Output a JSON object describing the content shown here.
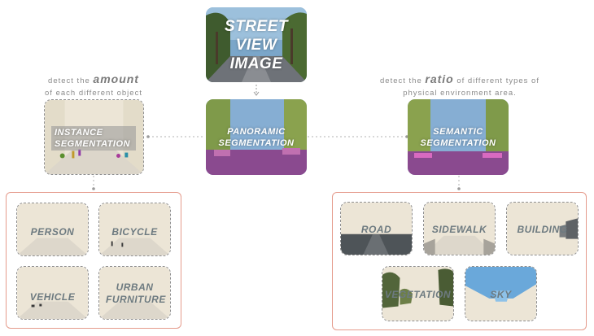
{
  "top": {
    "title_lines": [
      "STREET",
      "VIEW",
      "IMAGE"
    ]
  },
  "middle": {
    "left": {
      "label_lines": [
        "INSTANCE",
        "SEGMENTATION"
      ]
    },
    "center": {
      "label_lines": [
        "PANORAMIC",
        "SEGMENTATION"
      ]
    },
    "right": {
      "label_lines": [
        "SEMANTIC",
        "SEGMENTATION"
      ]
    }
  },
  "captions": {
    "left": {
      "pre": "detect the ",
      "emph": "amount",
      "line2": "of each different object"
    },
    "right": {
      "pre": "detect the ",
      "emph": "ratio",
      "post": " of different types of",
      "line2": "physical environment area."
    }
  },
  "instance_items": [
    {
      "label": "PERSON"
    },
    {
      "label": "BICYCLE"
    },
    {
      "label": "VEHICLE"
    },
    {
      "label": "URBAN FURNITURE"
    }
  ],
  "semantic_items": [
    {
      "label": "ROAD"
    },
    {
      "label": "SIDEWALK"
    },
    {
      "label": "BUILDING"
    },
    {
      "label": "VEGETATION"
    },
    {
      "label": "SKY"
    }
  ],
  "colors": {
    "group_border": "#e59b8c",
    "road_seg": "#8a4a8f",
    "sky_seg": "#7fa8d6",
    "veg_seg": "#7f9a4a",
    "faded_scene": "#ece5d6"
  }
}
